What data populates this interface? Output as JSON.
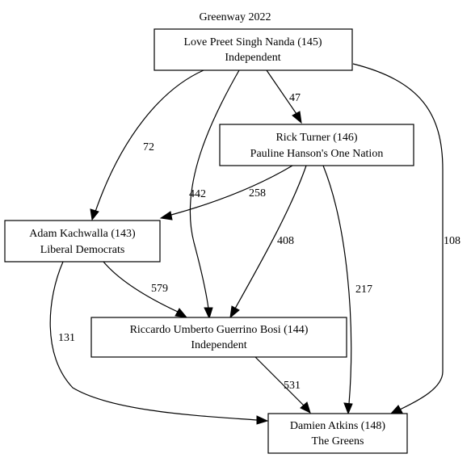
{
  "title": "Greenway 2022",
  "nodes": {
    "nanda": {
      "name": "Love Preet Singh Nanda (145)",
      "party": "Independent"
    },
    "turner": {
      "name": "Rick Turner (146)",
      "party": "Pauline Hanson's One Nation"
    },
    "kachwalla": {
      "name": "Adam Kachwalla (143)",
      "party": "Liberal Democrats"
    },
    "bosi": {
      "name": "Riccardo Umberto Guerrino Bosi (144)",
      "party": "Independent"
    },
    "atkins": {
      "name": "Damien Atkins (148)",
      "party": "The Greens"
    }
  },
  "edges": {
    "nanda_turner": "47",
    "nanda_kachwalla": "72",
    "nanda_bosi": "442",
    "nanda_atkins": "108",
    "turner_kachwalla": "258",
    "turner_bosi": "408",
    "turner_atkins": "217",
    "kachwalla_bosi": "579",
    "kachwalla_atkins": "131",
    "bosi_atkins": "531"
  }
}
